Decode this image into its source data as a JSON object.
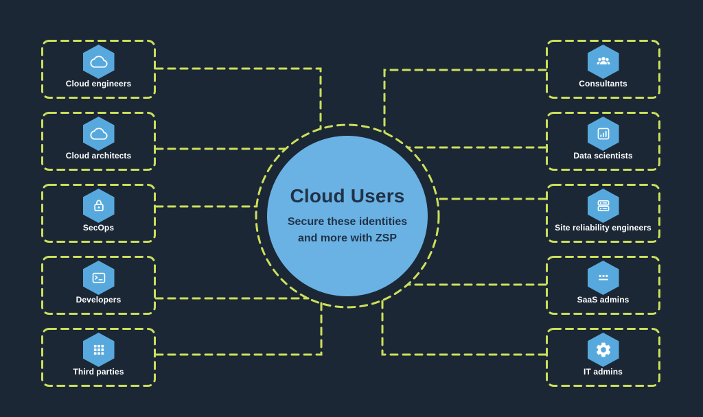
{
  "colors": {
    "bg": "#1c2735",
    "dash": "#cce05c",
    "hexagon": "#57a9dd",
    "circle": "#6ab2e4",
    "circle_text": "#213247",
    "label_text": "#ffffff"
  },
  "center": {
    "title": "Cloud Users",
    "subtitle_line1": "Secure these identities",
    "subtitle_line2": "and more with ZSP"
  },
  "left_boxes": [
    {
      "label": "Cloud engineers",
      "icon": "cloud-icon"
    },
    {
      "label": "Cloud architects",
      "icon": "cloud-icon"
    },
    {
      "label": "SecOps",
      "icon": "lock-icon"
    },
    {
      "label": "Developers",
      "icon": "terminal-icon"
    },
    {
      "label": "Third parties",
      "icon": "grid-icon"
    }
  ],
  "right_boxes": [
    {
      "label": "Consultants",
      "icon": "team-icon"
    },
    {
      "label": "Data scientists",
      "icon": "chart-icon"
    },
    {
      "label": "Site reliability engineers",
      "icon": "server-icon"
    },
    {
      "label": "SaaS admins",
      "icon": "chat-ellipsis-icon"
    },
    {
      "label": "IT admins",
      "icon": "gear-icon"
    }
  ]
}
